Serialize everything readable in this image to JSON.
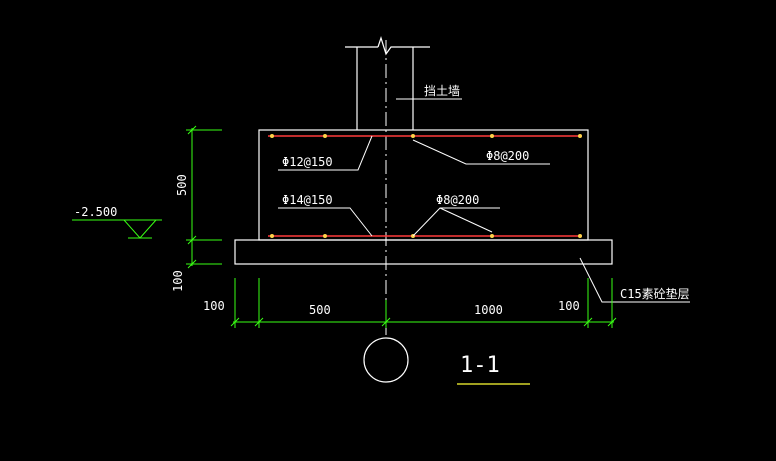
{
  "colors": {
    "background": "#000000",
    "outline": "#ffffff",
    "rebar": "#ff3b3b",
    "rebar_dot": "#ffd24a",
    "dimension": "#39ff14",
    "title_underline": "#ffff33"
  },
  "labels": {
    "wall": "挡土墙",
    "top_rebar_left": "Φ12@150",
    "top_rebar_right": "Φ8@200",
    "bottom_rebar_left": "Φ14@150",
    "bottom_rebar_right": "Φ8@200",
    "elevation": "-2.500",
    "cushion": "C15素砼垫层"
  },
  "dimensions": {
    "height": "500",
    "cushion_thickness": "100",
    "left_offset": "100",
    "left_width": "500",
    "right_width": "1000",
    "right_offset": "100"
  },
  "title": "1-1"
}
